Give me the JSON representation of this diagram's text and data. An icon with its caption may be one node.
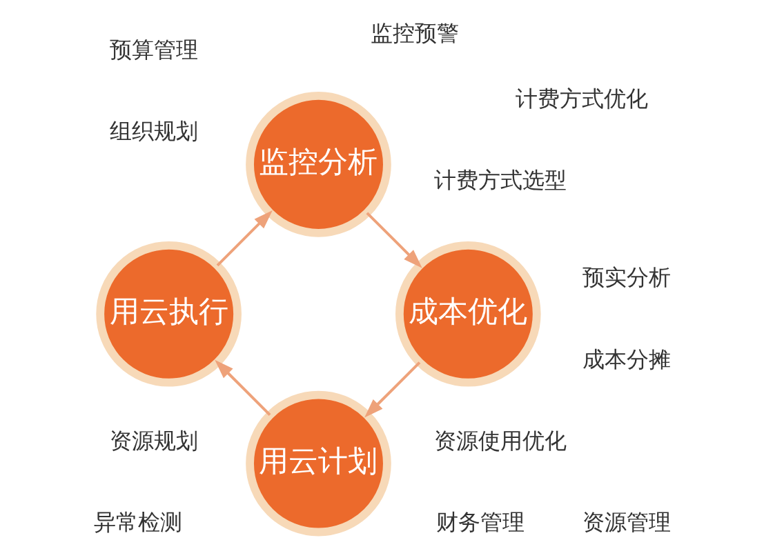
{
  "diagram": {
    "nodes": [
      {
        "text": [
          "用云计划"
        ]
      },
      {
        "text": [
          "用云执行"
        ]
      },
      {
        "text": [
          "监控分析"
        ]
      },
      {
        "text": [
          "成本优化"
        ]
      }
    ],
    "edges": [
      {
        "from": 0,
        "to": 1,
        "arrow": "to"
      },
      {
        "from": 1,
        "to": 2,
        "arrow": "to"
      },
      {
        "from": 2,
        "to": 3,
        "arrow": "to"
      },
      {
        "from": 3,
        "to": 0,
        "arrow": "to"
      }
    ],
    "labels": [
      "预算管理",
      "计费方式选型",
      "组织规划",
      "资源规划",
      "财务管理",
      "资源使用优化",
      "资源管理",
      "计费方式优化",
      "成本分摊",
      "预实分析",
      "监控预警",
      "异常检测"
    ]
  }
}
